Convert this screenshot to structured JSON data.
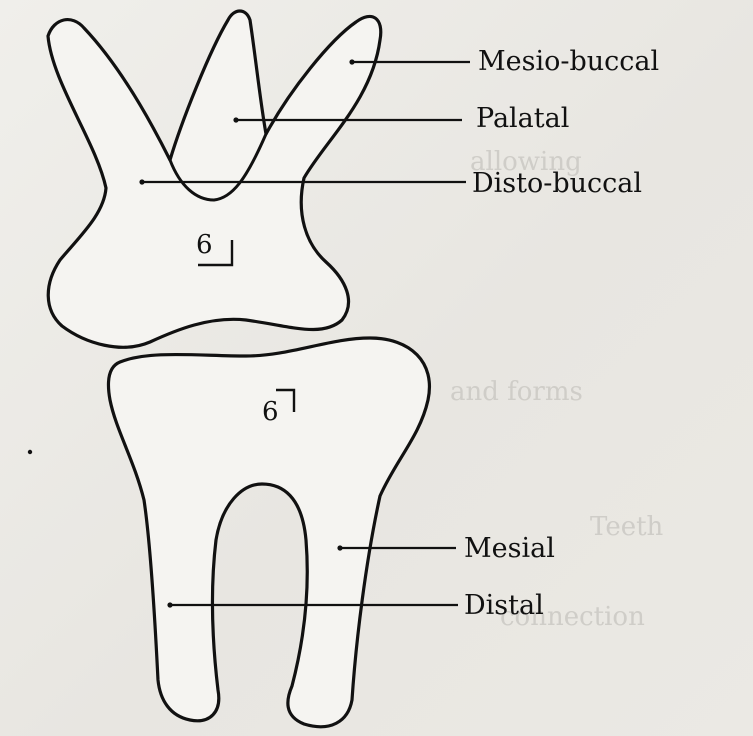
{
  "upper_tooth": {
    "notation": "6",
    "labels": {
      "mesio_buccal": "Mesio-buccal",
      "palatal": "Palatal",
      "disto_buccal": "Disto-buccal"
    }
  },
  "lower_tooth": {
    "notation": "6",
    "labels": {
      "mesial": "Mesial",
      "distal": "Distal"
    }
  }
}
